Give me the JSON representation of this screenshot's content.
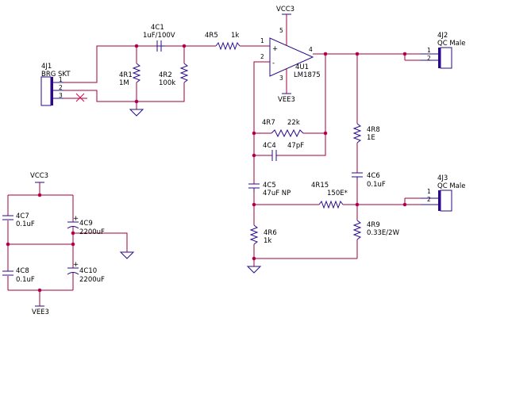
{
  "components": {
    "j1": {
      "ref": "4J1",
      "value": "BRG SKT",
      "pins": [
        "1",
        "2",
        "3"
      ]
    },
    "c1": {
      "ref": "4C1",
      "value": "1uF/100V"
    },
    "r1": {
      "ref": "4R1",
      "value": "1M"
    },
    "r2": {
      "ref": "4R2",
      "value": "100k"
    },
    "r5": {
      "ref": "4R5",
      "value": "1k"
    },
    "u1": {
      "ref": "4U1",
      "value": "LM1875",
      "pins": {
        "in_plus": "1",
        "in_minus": "2",
        "vee": "3",
        "out": "4",
        "vcc": "5"
      },
      "plus_sign": "+",
      "minus_sign": "-"
    },
    "r7": {
      "ref": "4R7",
      "value": "22k"
    },
    "c4": {
      "ref": "4C4",
      "value": "47pF"
    },
    "c5": {
      "ref": "4C5",
      "value": "47uF NP"
    },
    "r15": {
      "ref": "4R15",
      "value": "150E*"
    },
    "r6": {
      "ref": "4R6",
      "value": "1k"
    },
    "r8": {
      "ref": "4R8",
      "value": "1E"
    },
    "c6": {
      "ref": "4C6",
      "value": "0.1uF"
    },
    "r9": {
      "ref": "4R9",
      "value": "0.33E/2W"
    },
    "j2": {
      "ref": "4J2",
      "value": "QC Male",
      "pins": [
        "1",
        "2"
      ]
    },
    "j3": {
      "ref": "4J3",
      "value": "QC Male",
      "pins": [
        "1",
        "2"
      ]
    },
    "c7": {
      "ref": "4C7",
      "value": "0.1uF"
    },
    "c8": {
      "ref": "4C8",
      "value": "0.1uF"
    },
    "c9": {
      "ref": "4C9",
      "value": "2200uF",
      "polarity": "+"
    },
    "c10": {
      "ref": "4C10",
      "value": "2200uF",
      "polarity": "+"
    }
  },
  "power": {
    "vcc_amp": "VCC3",
    "vee_amp": "VEE3",
    "vcc_supply": "VCC3",
    "vee_supply": "VEE3"
  }
}
